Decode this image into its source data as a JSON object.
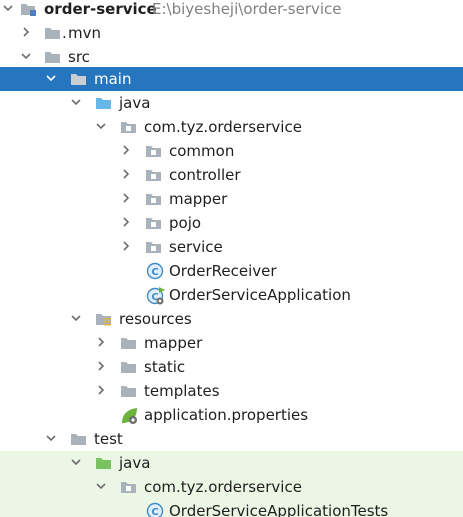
{
  "project_tree": {
    "root": {
      "name": "order-service",
      "path": "E:\\biyesheji\\order-service"
    },
    "mvn": "mvn",
    "src": "src",
    "main": "main",
    "main_java": "java",
    "main_package": "com.tyz.orderservice",
    "packages": [
      "common",
      "controller",
      "mapper",
      "pojo",
      "service"
    ],
    "classes": [
      "OrderReceiver",
      "OrderServiceApplication"
    ],
    "resources": "resources",
    "resource_folders": [
      "mapper",
      "static",
      "templates"
    ],
    "resource_file": "application.properties",
    "test": "test",
    "test_java": "java",
    "test_package": "com.tyz.orderservice",
    "test_class": "OrderServiceApplicationTests"
  },
  "icons": {
    "expanded": "chevron-down-icon",
    "collapsed": "chevron-right-icon",
    "module": "module-folder-icon",
    "folder": "folder-icon",
    "source_root": "source-root-folder-icon",
    "test_root": "test-root-folder-icon",
    "resources_root": "resources-root-folder-icon",
    "package": "package-icon",
    "class": "java-class-icon",
    "spring_app": "spring-boot-application-icon",
    "properties": "spring-properties-file-icon"
  },
  "colors": {
    "selection": "#2675bf",
    "test_background": "#ecf6e4",
    "folder": "#a9b2bb",
    "source_root": "#67b7e8",
    "test_root": "#7ac25f",
    "class_icon": "#3d8cc9",
    "spring": "#6cb33e",
    "path_text": "#808080"
  }
}
